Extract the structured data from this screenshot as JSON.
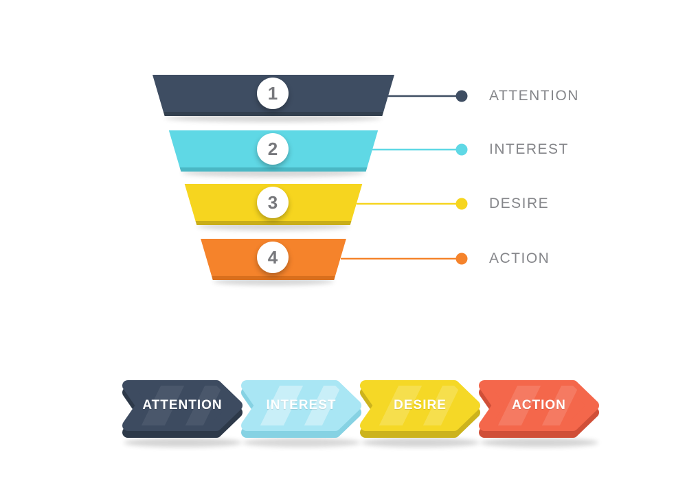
{
  "funnel": {
    "steps": [
      {
        "number": "1",
        "label": "ATTENTION",
        "color": "#3E4D62",
        "bevel_color": "#33404F"
      },
      {
        "number": "2",
        "label": "INTEREST",
        "color": "#5FD8E5",
        "bevel_color": "#4AB7C4"
      },
      {
        "number": "3",
        "label": "DESIRE",
        "color": "#F6D51F",
        "bevel_color": "#C9AE19"
      },
      {
        "number": "4",
        "label": "ACTION",
        "color": "#F5832B",
        "bevel_color": "#D96F1D"
      }
    ],
    "label_text_color": "#85868A",
    "number_text_color": "#77787C"
  },
  "process_arrows": {
    "steps": [
      {
        "label": "ATTENTION",
        "color": "#3D4B60",
        "bevel_color": "#2D3949"
      },
      {
        "label": "INTEREST",
        "color": "#A9E6F4",
        "bevel_color": "#86D2E3"
      },
      {
        "label": "DESIRE",
        "color": "#F5D826",
        "bevel_color": "#CCB31D"
      },
      {
        "label": "ACTION",
        "color": "#F4674B",
        "bevel_color": "#D04F38"
      }
    ],
    "label_text_color": "#FFFFFF"
  }
}
